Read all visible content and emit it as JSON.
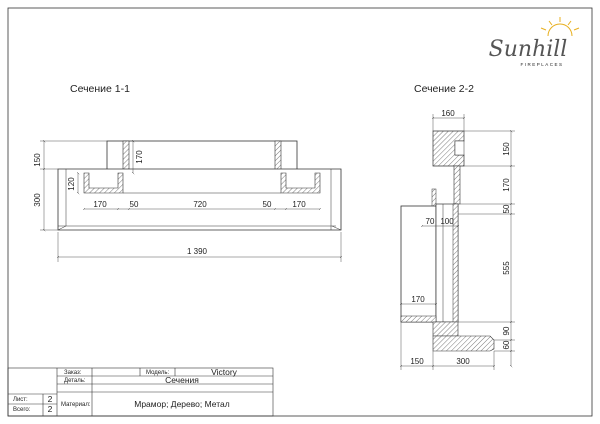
{
  "sections": {
    "s1_title": "Сечение 1-1",
    "s2_title": "Сечение 2-2"
  },
  "logo": {
    "brand": "Sunhill",
    "sub": "FIREPLACES"
  },
  "dims1": {
    "h150": "150",
    "h170": "170",
    "h120": "120",
    "h300": "300",
    "w170a": "170",
    "w50a": "50",
    "w720": "720",
    "w50b": "50",
    "w170b": "170",
    "total": "1 390"
  },
  "dims2": {
    "top160": "160",
    "r150": "150",
    "r170": "170",
    "r50": "50",
    "r555": "555",
    "r90": "90",
    "r60": "60",
    "w70": "70",
    "w100": "100",
    "w170": "170",
    "b150": "150",
    "b300": "300"
  },
  "titleblock": {
    "order_label": "Заказ:",
    "order_value": "",
    "model_label": "Модель:",
    "model_value": "Victory",
    "detail_label": "Деталь:",
    "detail_value": "Сечения",
    "sheet_label": "Лист:",
    "sheet_value": "2",
    "total_label": "Всего:",
    "total_value": "2",
    "material_label": "Материал:",
    "material_value": "Мрамор; Дерево; Метал"
  }
}
